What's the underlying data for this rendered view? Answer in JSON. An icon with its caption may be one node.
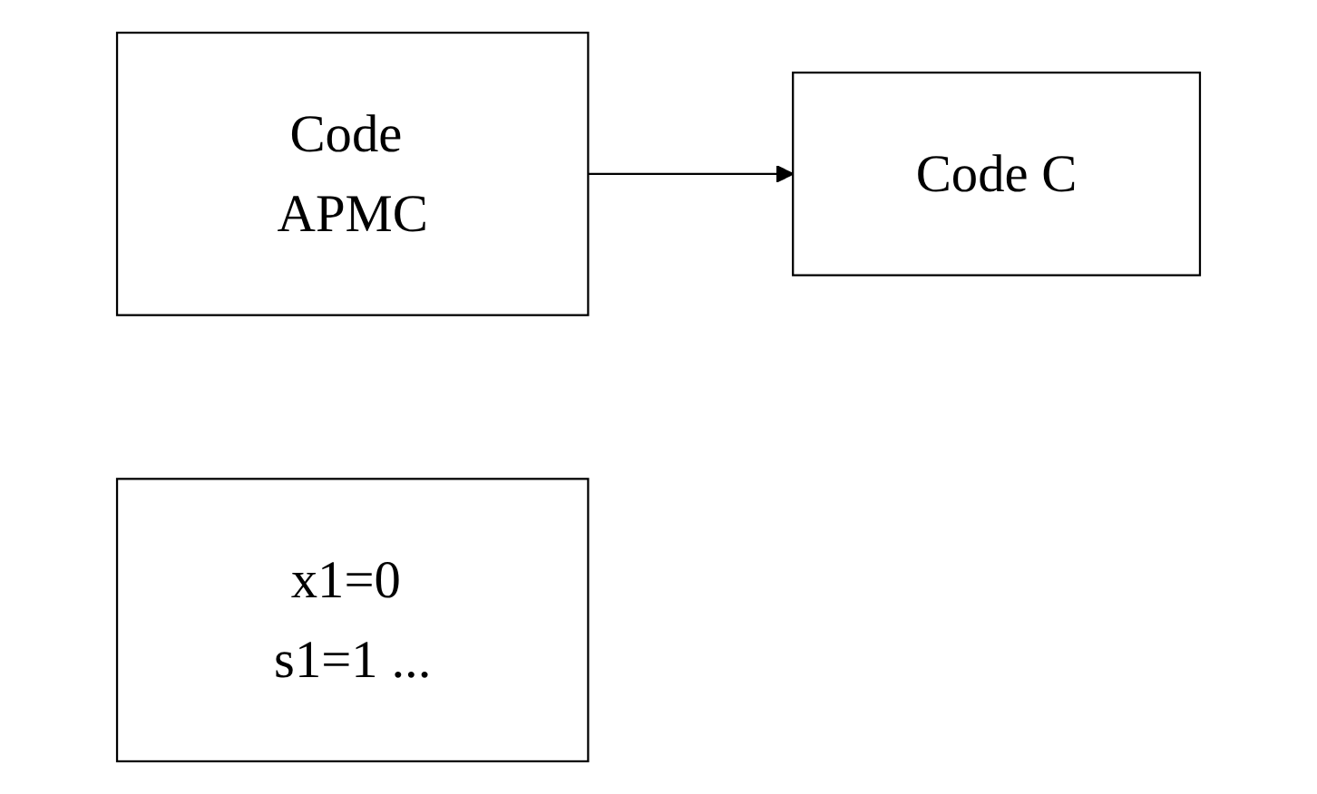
{
  "diagram": {
    "nodes": [
      {
        "text": [
          "Code APMC"
        ]
      },
      {
        "text": [
          "Code C"
        ]
      },
      {
        "text": [
          "x1=0 s1=1 ..."
        ]
      }
    ],
    "edges": [
      {
        "from": 0,
        "to": 1,
        "arrow": "to"
      }
    ]
  }
}
